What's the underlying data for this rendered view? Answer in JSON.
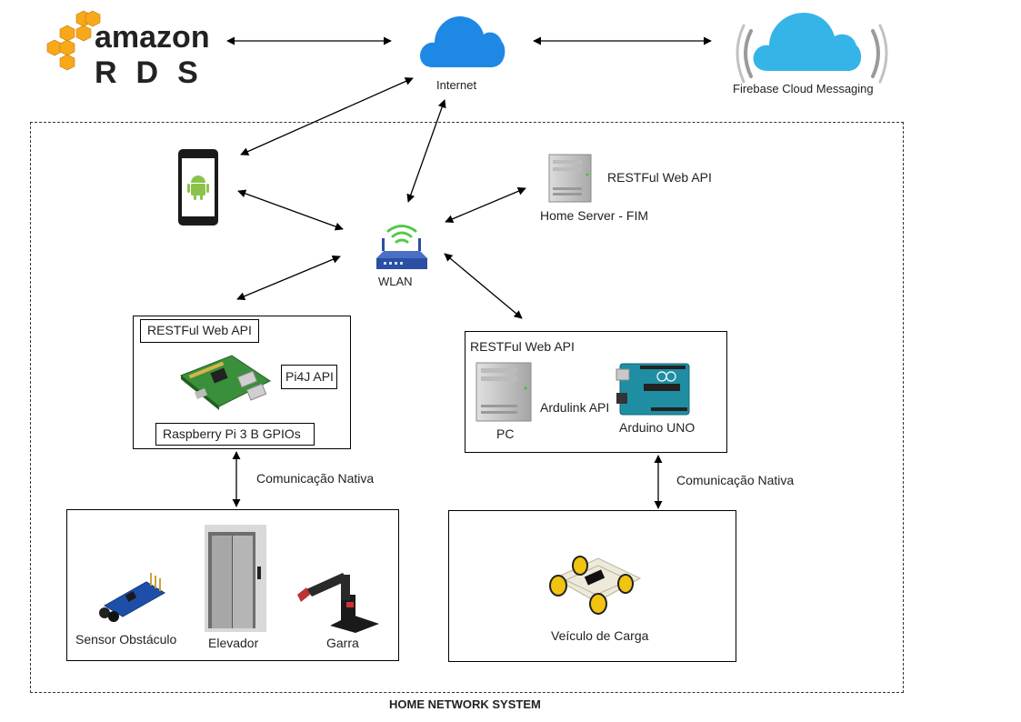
{
  "logos": {
    "amazon": "amazon",
    "rds": "RDS"
  },
  "nodes": {
    "internet": "Internet",
    "firebase": "Firebase Cloud Messaging",
    "wlan": "WLAN",
    "home_server_api": "RESTFul Web API",
    "home_server": "Home Server - FIM"
  },
  "rpi_box": {
    "api": "RESTFul Web API",
    "pi4j": "Pi4J API",
    "gpios": "Raspberry Pi 3 B  GPIOs"
  },
  "pc_box": {
    "api": "RESTFul Web API",
    "pc": "PC",
    "ardulink": "Ardulink API",
    "arduino": "Arduino UNO"
  },
  "links": {
    "native_left": "Comunicação Nativa",
    "native_right": "Comunicação Nativa"
  },
  "devices_left": {
    "sensor": "Sensor Obstáculo",
    "elevator": "Elevador",
    "claw": "Garra"
  },
  "devices_right": {
    "vehicle": "Veículo de Carga"
  },
  "system_caption": "HOME NETWORK SYSTEM",
  "colors": {
    "aws_orange": "#f7a81b",
    "cloud_blue": "#1e88e5",
    "firebase_blue": "#35b4e8",
    "android_green": "#8bc34a",
    "router_blue": "#2a4fa3",
    "wifi_green": "#55c84b",
    "arduino_teal": "#1f8ea3"
  }
}
